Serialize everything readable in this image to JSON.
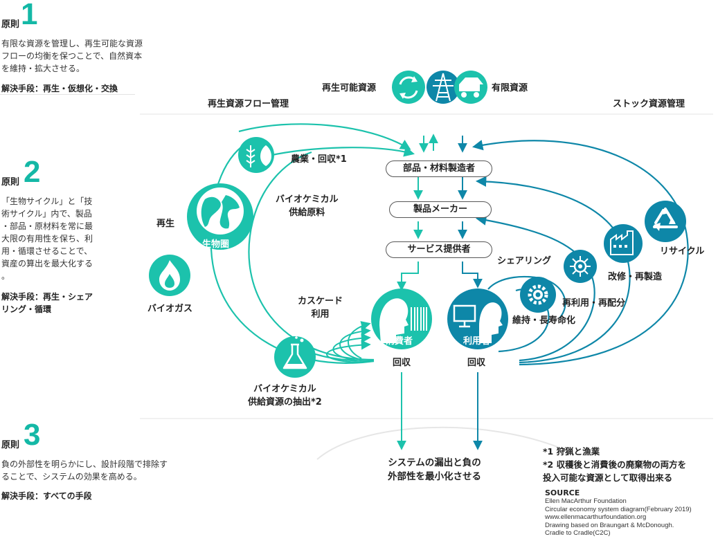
{
  "principles": [
    {
      "label": "原則",
      "number": "1",
      "text": "有限な資源を管理し、再生可能な資源\nフローの均衡を保つことで、自然資本\nを維持・拡大させる。",
      "means": "解決手段：再生・仮想化・交換"
    },
    {
      "label": "原則",
      "number": "2",
      "text": "「生物サイクル」と「技\n術サイクル」内で、製品\n・部品・原材料を常に最\n大限の有用性を保ち、利\n用・循環させることで、\n資産の算出を最大化する\n。",
      "means": "解決手段：再生・シェア\nリング・循環"
    },
    {
      "label": "原則",
      "number": "3",
      "text": "負の外部性を明らかにし、設計段階で排除す\nることで、システムの効果を高める。",
      "means": "解決手段：すべての手段"
    }
  ],
  "header": {
    "renewable": "再生可能資源",
    "finite": "有限資源",
    "left_flow": "再生資源フロー管理",
    "right_flow": "ストック資源管理"
  },
  "diagram": {
    "agri": "農業・回収*1",
    "biochem_feed": "バイオケミカル\n供給原料",
    "regen": "再生",
    "biosphere": "生物圏",
    "biogas": "バイオガス",
    "cascade": "カスケード\n利用",
    "extraction": "バイオケミカル\n供給資源の抽出*2",
    "parts": "部品・材料製造者",
    "product": "製品メーカー",
    "service": "サービス提供者",
    "consumer": "消費者",
    "user": "利用者",
    "collect_left": "回収",
    "collect_right": "回収",
    "sharing": "シェアリング",
    "maintain": "維持・長寿命化",
    "reuse": "再利用・再配分",
    "refurb": "改修・再製造",
    "recycle": "リサイクル",
    "minimize": "システムの漏出と負の\n外部性を最小化させる"
  },
  "notes": "*1 狩猟と漁業\n*2 収穫後と消費後の廃棄物の両方を\n投入可能な資源として取得出来る",
  "source": {
    "title": "SOURCE",
    "lines": "Ellen MacArthur Foundation\nCircular economy system diagram(February 2019)\nwww.ellenmacarthurfoundation.org\nDrawing based on Braungart & McDonough.\nCradle to Cradle(C2C)"
  },
  "colors": {
    "teal": "#1cc2ac",
    "blue": "#0e87a8",
    "gray_line": "#e3e3e3"
  },
  "icons": [
    "recycle-icon",
    "power-tower-icon",
    "mining-truck-icon",
    "wheat-fish-icon",
    "globe-icon",
    "flame-icon",
    "flask-icon",
    "person-barcode-icon",
    "person-monitor-icon",
    "gear-icon",
    "circuit-icon",
    "factory-icon"
  ]
}
